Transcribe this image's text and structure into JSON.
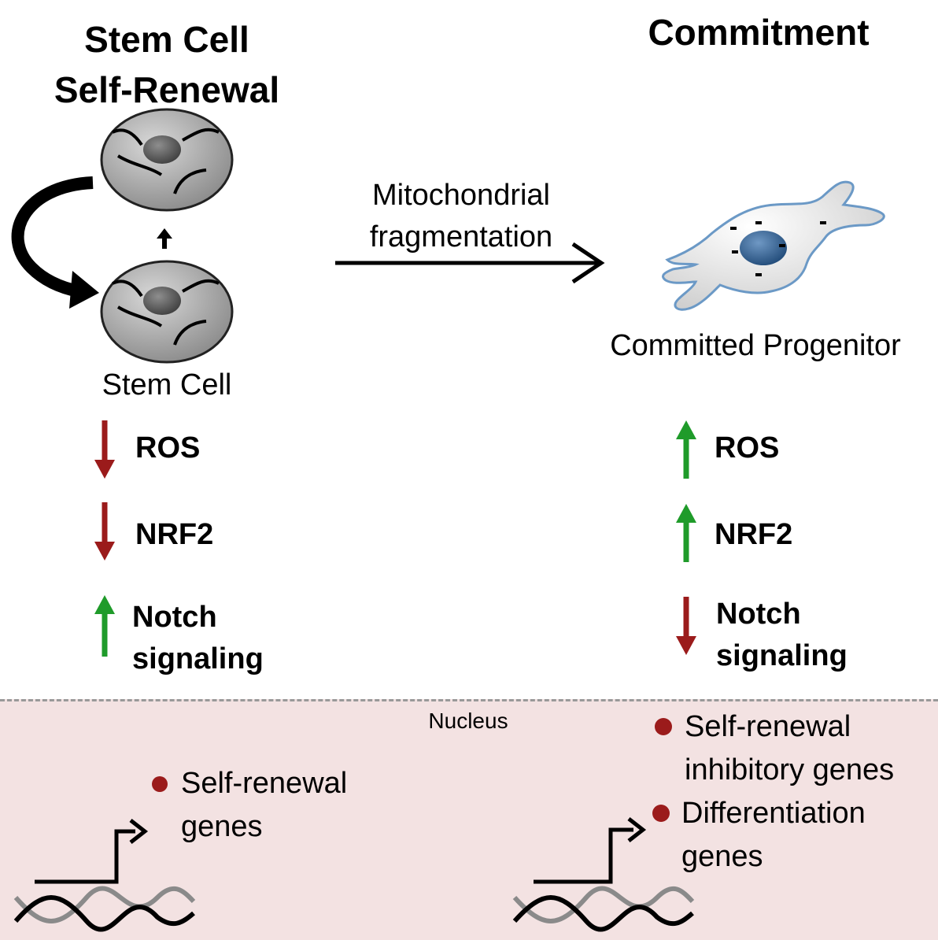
{
  "headings": {
    "self_renewal": [
      "Stem Cell",
      "Self-Renewal"
    ],
    "commitment": "Commitment"
  },
  "transition": {
    "line1": "Mitochondrial",
    "line2": "fragmentation"
  },
  "labels": {
    "stem_cell": "Stem Cell",
    "committed_progenitor": "Committed Progenitor"
  },
  "left_regulators": [
    {
      "text": "ROS",
      "direction": "down",
      "color": "#9b1b1b"
    },
    {
      "text": "NRF2",
      "direction": "down",
      "color": "#9b1b1b"
    },
    {
      "text": "Notch",
      "text2": "signaling",
      "direction": "up",
      "color": "#1f9b2a"
    }
  ],
  "right_regulators": [
    {
      "text": "ROS",
      "direction": "up",
      "color": "#1f9b2a"
    },
    {
      "text": "NRF2",
      "direction": "up",
      "color": "#1f9b2a"
    },
    {
      "text": "Notch",
      "text2": "signaling",
      "direction": "down",
      "color": "#9b1b1b"
    }
  ],
  "nucleus": {
    "label": "Nucleus",
    "left_genes": [
      [
        "Self-renewal",
        "genes"
      ]
    ],
    "right_genes": [
      [
        "Self-renewal",
        "inhibitory genes"
      ],
      [
        "Differentiation",
        "genes"
      ]
    ]
  },
  "colors": {
    "nucleus_bg": "#f3e2e2",
    "bullet": "#9b1b1b",
    "up_arrow": "#1f9b2a",
    "down_arrow": "#9b1b1b",
    "progenitor_nucleus": "#2f5f8f"
  }
}
